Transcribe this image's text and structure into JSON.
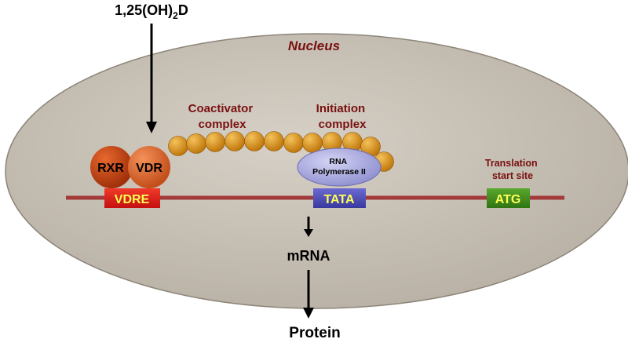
{
  "ligand": {
    "base": "1,25(OH)",
    "subscript": "2",
    "suffix": "D"
  },
  "nucleus_label": "Nucleus",
  "coactivator": {
    "line1": "Coactivator",
    "line2": "complex"
  },
  "initiation": {
    "line1": "Initiation",
    "line2": "complex"
  },
  "translation": {
    "line1": "Translation",
    "line2": "start site"
  },
  "rxr_label": "RXR",
  "vdr_label": "VDR",
  "polymerase": {
    "line1": "RNA",
    "line2": "Polymerase II"
  },
  "vdre_label": "VDRE",
  "tata_label": "TATA",
  "atg_label": "ATG",
  "mrna_label": "mRNA",
  "protein_label": "Protein",
  "colors": {
    "nucleus_fill": "#c4bdb2",
    "dna_strand": "#a33a3a",
    "label_dark_red": "#7a1010",
    "rxr": "#b83d10",
    "vdr": "#d8602a",
    "coactivator_bead": "#d08a1c",
    "polymerase": "#a8a8de",
    "vdre": "#dd1c1c",
    "tata": "#4a4ab8",
    "atg": "#3f8a1c",
    "box_text": "#ffff55"
  }
}
